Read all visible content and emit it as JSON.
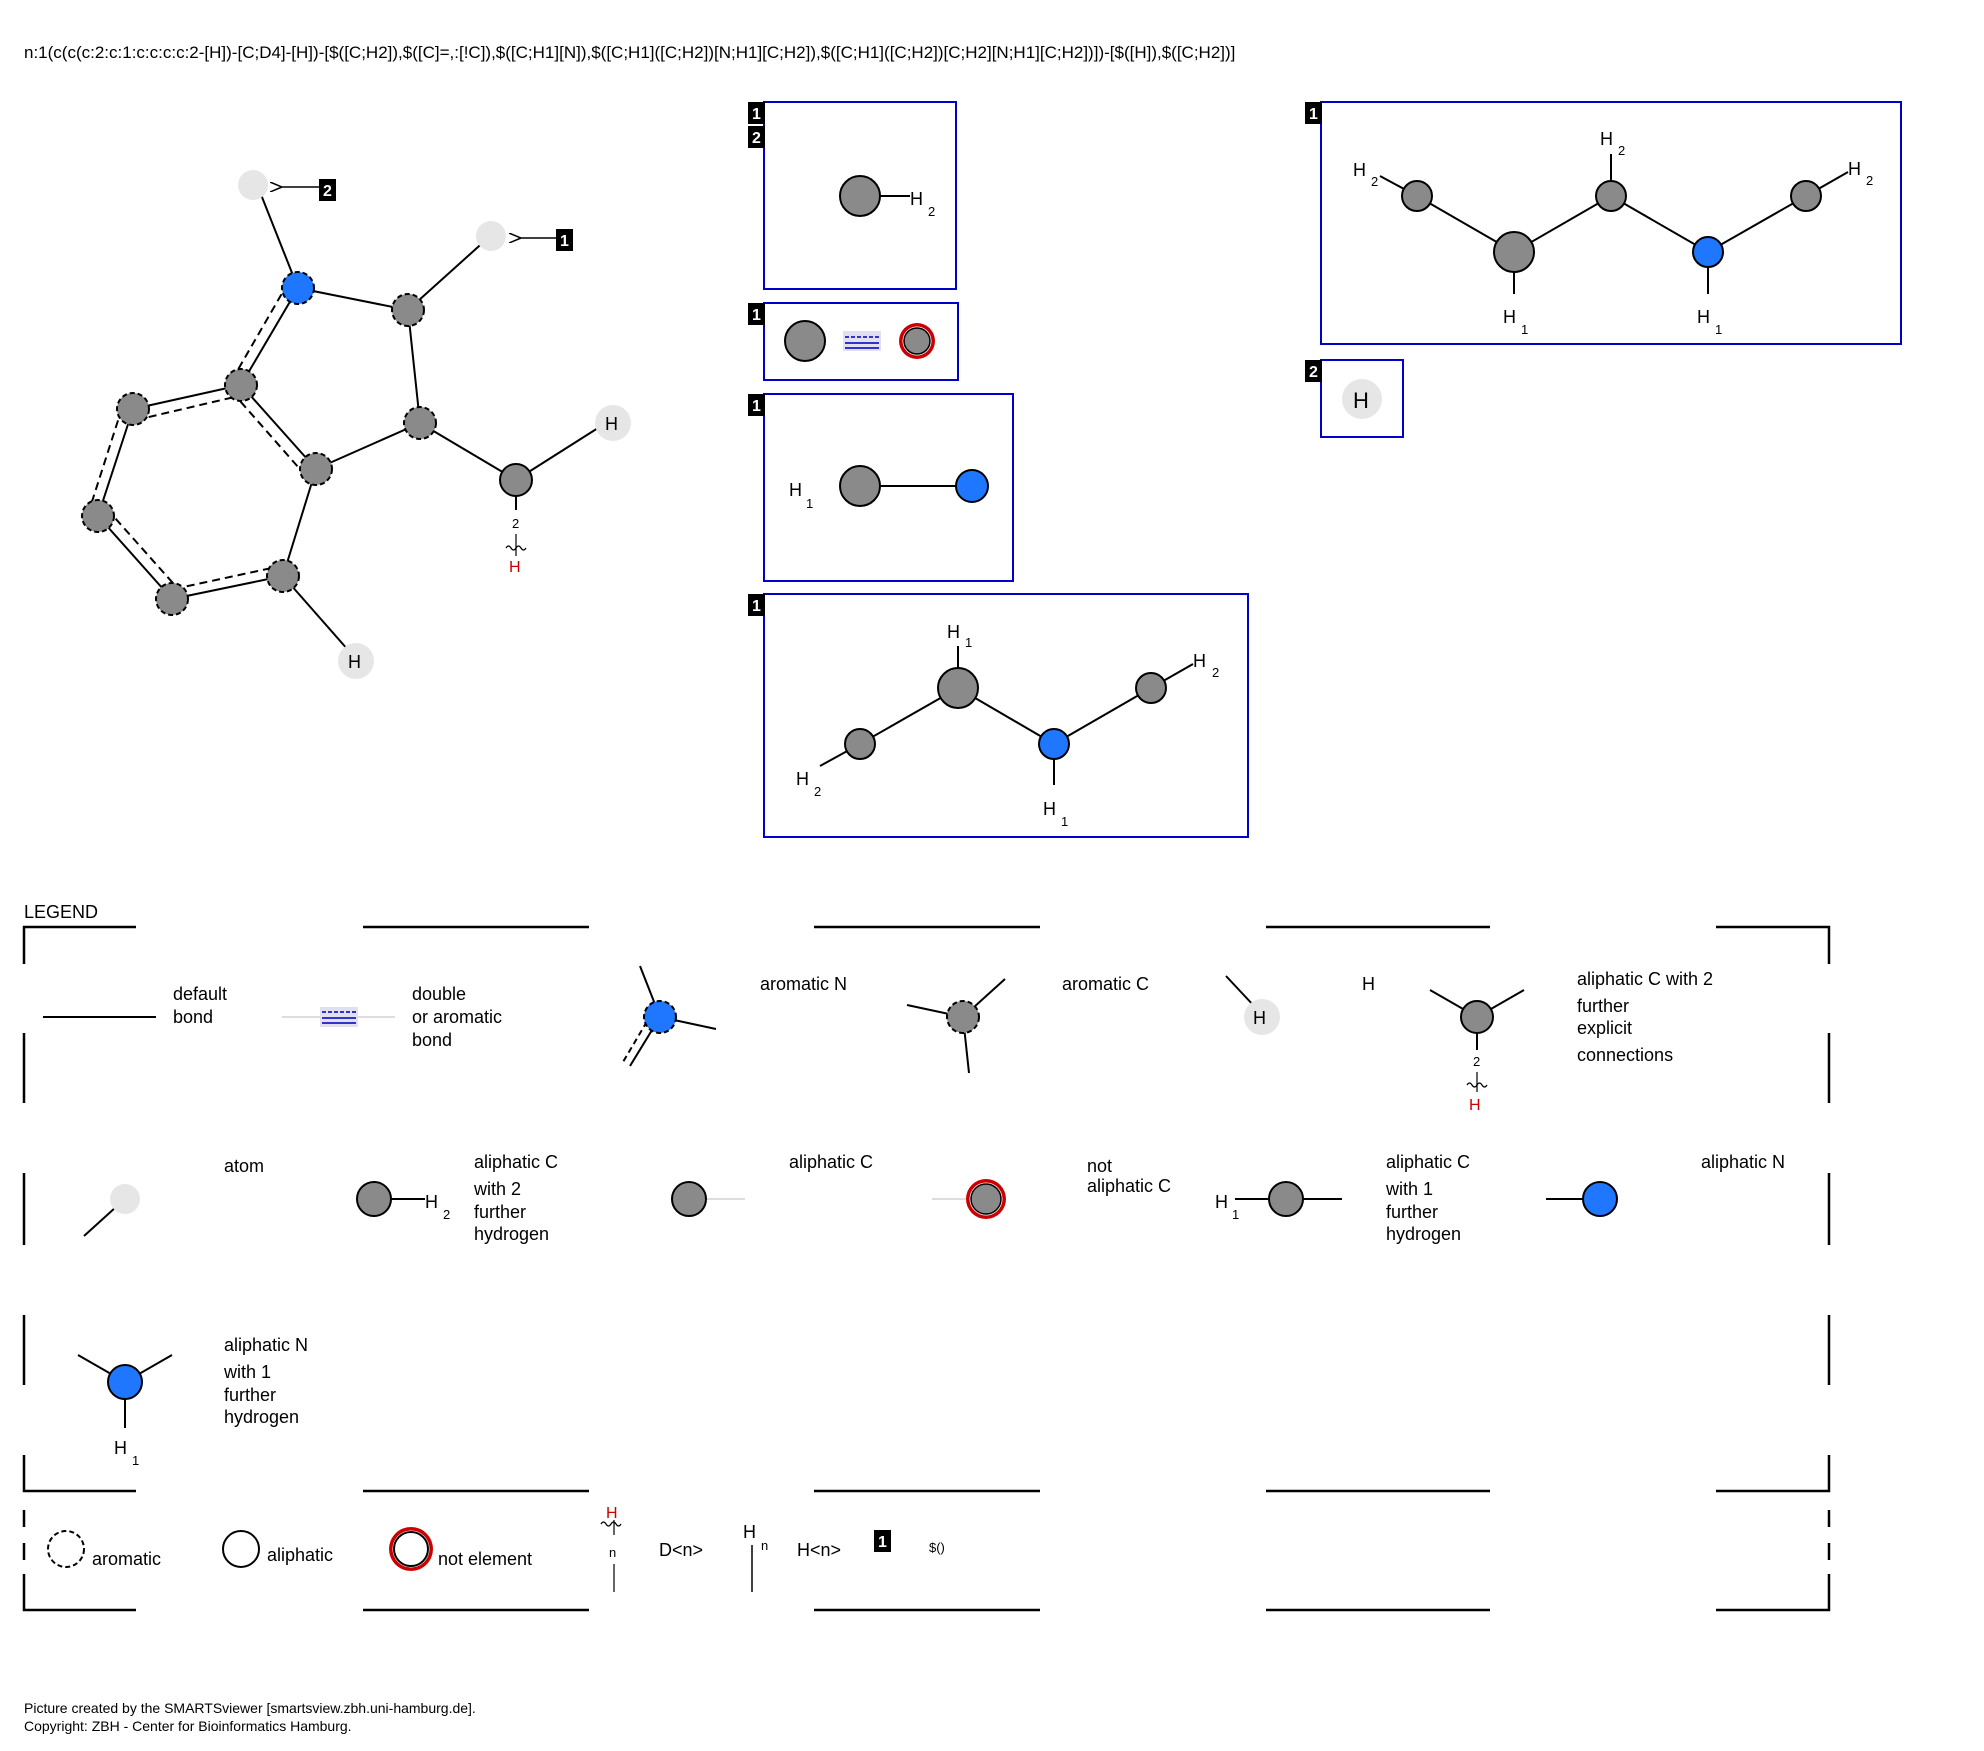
{
  "smarts": "n:1(c(c(c:2:c:1:c:c:c:c:2-[H])-[C;D4]-[H])-[$([C;H2]),$([C]=,:[!C]),$([C;H1][N]),$([C;H1]([C;H2])[N;H1][C;H2]),$([C;H1]([C;H2])[C;H2][N;H1][C;H2])])-[$([H]),$([C;H2])]",
  "colors": {
    "carbon": "#8a8a8a",
    "nitrogen": "#1f77ff",
    "hydrogen_ghost": "#e6e6e6",
    "box": "#0000cc",
    "red": "#cc0000",
    "tag_bg": "#000000"
  },
  "main": {
    "tag1": "1",
    "tag2": "2",
    "h_right": "H",
    "h_bottom": "H",
    "d_count": "2",
    "d_h": "H"
  },
  "groups": {
    "g1": {
      "tags": [
        "1",
        "2"
      ],
      "h": "H",
      "n": "2"
    },
    "g2": {
      "tag": "1"
    },
    "g3": {
      "tag": "1",
      "h": "H",
      "n": "1"
    },
    "g4": {
      "tag": "1",
      "h_top": "H",
      "n_top": "1",
      "h_right": "H",
      "n_right": "2",
      "h_left": "H",
      "n_left": "2",
      "h_bottom": "H",
      "n_bottom": "1"
    },
    "g5": {
      "tag": "1",
      "h1": "H",
      "n1": "2",
      "h2": "H",
      "n2": "2",
      "h3": "H",
      "n3": "2",
      "h4": "H",
      "n4": "1",
      "h5": "H",
      "n5": "1"
    },
    "g6": {
      "tag": "2",
      "h": "H"
    }
  },
  "legend": {
    "title": "LEGEND",
    "default_bond": [
      "default",
      "bond"
    ],
    "double_bond": [
      "double",
      "or aromatic",
      "bond"
    ],
    "aromatic_n": "aromatic N",
    "aromatic_c": "aromatic C",
    "h_label": "H",
    "h_atom": "H",
    "aliph_c_conn": [
      "aliphatic C with 2",
      "further",
      "explicit",
      "connections"
    ],
    "conn_n": "2",
    "conn_h": "H",
    "atom": "atom",
    "aliph_c_h2": [
      "aliphatic C",
      "with 2",
      "further",
      "hydrogen"
    ],
    "h2_h": "H",
    "h2_n": "2",
    "aliph_c": "aliphatic C",
    "not_aliph_c": [
      "not",
      "aliphatic C"
    ],
    "aliph_c_h1": [
      "aliphatic C",
      "with 1",
      "further",
      "hydrogen"
    ],
    "h1_h": "H",
    "h1_n": "1",
    "aliph_n": "aliphatic N",
    "aliph_n_h1": [
      "aliphatic N",
      "with 1",
      "further",
      "hydrogen"
    ],
    "nh1_h": "H",
    "nh1_n": "1",
    "aromatic": "aromatic",
    "aliphatic": "aliphatic",
    "not_element": "not element",
    "d_h": "H",
    "d_n": "n",
    "d_label": "D<n>",
    "hn_h": "H",
    "hn_n": "n",
    "hn_label": "H<n>",
    "tag_n": "1",
    "dollar": "$()"
  },
  "footer": [
    "Picture created by the SMARTSviewer [smartsview.zbh.uni-hamburg.de].",
    "Copyright: ZBH - Center for Bioinformatics Hamburg."
  ]
}
